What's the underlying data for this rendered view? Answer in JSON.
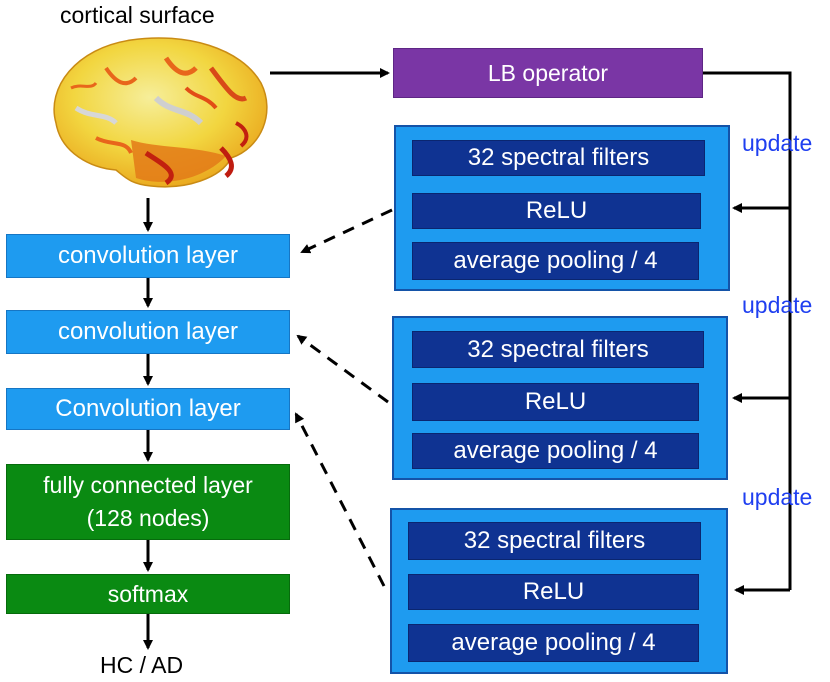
{
  "input_label": "cortical surface",
  "output_label": "HC / AD",
  "lb_operator": "LB operator",
  "update_labels": [
    "update",
    "update",
    "update"
  ],
  "left_stack": {
    "conv1": "convolution layer",
    "conv2": "convolution layer",
    "conv3": "Convolution layer",
    "fc_line1": "fully connected layer",
    "fc_line2": "(128 nodes)",
    "softmax": "softmax"
  },
  "filter_groups": [
    {
      "filters": "32 spectral filters",
      "activation": "ReLU",
      "pooling": "average pooling / 4"
    },
    {
      "filters": "32 spectral filters",
      "activation": "ReLU",
      "pooling": "average pooling / 4"
    },
    {
      "filters": "32 spectral filters",
      "activation": "ReLU",
      "pooling": "average pooling / 4"
    }
  ],
  "colors": {
    "conv_blue": "#1e9bf0",
    "inner_navy": "#0f3392",
    "fc_green": "#0a8a12",
    "lb_purple": "#7a36a5",
    "update_blue": "#1f3ff0"
  }
}
